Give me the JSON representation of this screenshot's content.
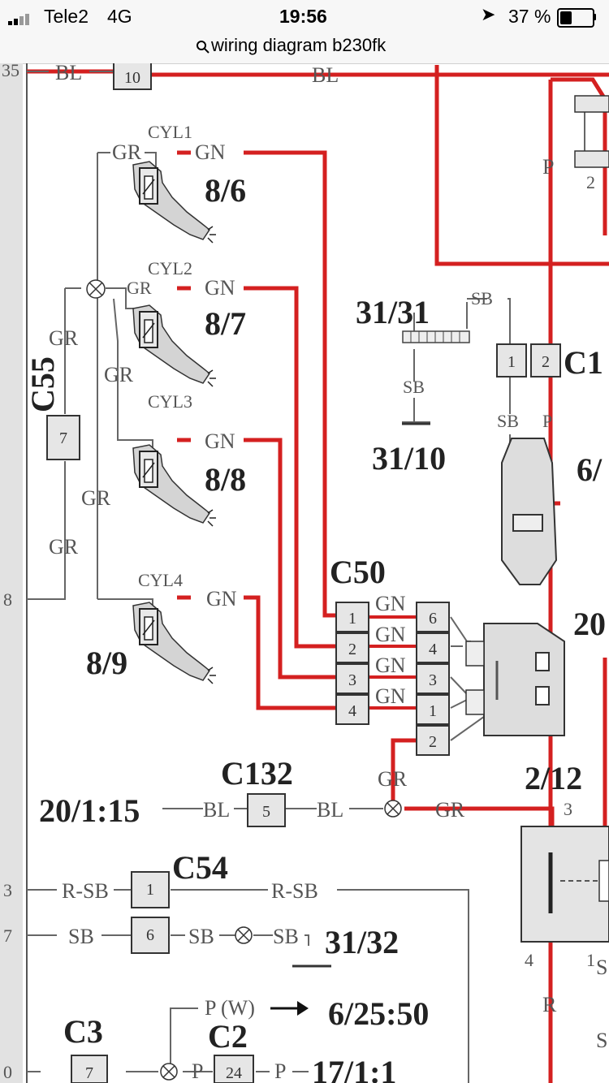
{
  "status": {
    "carrier": "Tele2",
    "network": "4G",
    "time": "19:56",
    "battery": "37 %"
  },
  "browser": {
    "url_text": "wiring diagram b230fk"
  },
  "diagram": {
    "labels": {
      "bl1": "BL",
      "bl2": "BL",
      "box10": "10",
      "gr1": "GR",
      "gr2": "GR",
      "gr3": "GR",
      "gr4": "GR",
      "gr5": "GR",
      "gr6": "GR",
      "gr7": "GR",
      "cyl1": "CYL1",
      "cyl2": "CYL2",
      "cyl3": "CYL3",
      "cyl4": "CYL4",
      "gn1": "GN",
      "gn2": "GN",
      "gn3": "GN",
      "gn4": "GN",
      "inj1": "8/6",
      "inj2": "8/7",
      "inj3": "8/8",
      "inj4": "8/9",
      "c55": "C55",
      "c55pin": "7",
      "p1": "P",
      "p2": "P",
      "pin2": "2",
      "g3131": "31/31",
      "g3110": "31/10",
      "sb1": "SB",
      "sb2": "SB",
      "sb3": "SB",
      "c1": "C1",
      "c1pin1": "1",
      "c1pin2": "2",
      "r65": "6/",
      "c50": "C50",
      "c50l1": "1",
      "c50l2": "2",
      "c50l3": "3",
      "c50l4": "4",
      "c50gn1": "GN",
      "c50gn2": "GN",
      "c50gn3": "GN",
      "c50gn4": "GN",
      "c50r6": "6",
      "c50r4": "4",
      "c50r3": "3",
      "c50r1": "1",
      "c50r2": "2",
      "r20": "20",
      "c132": "C132",
      "c132pin": "5",
      "ref20": "20/1:15",
      "bl3": "BL",
      "bl4": "BL",
      "ref212": "2/12",
      "relay3": "3",
      "relay4": "4",
      "relay1": "1",
      "r": "R",
      "s1": "S",
      "s2": "S",
      "c54": "C54",
      "c54p1": "1",
      "c54p6": "6",
      "rsb1": "R-SB",
      "rsb2": "R-SB",
      "sb4": "SB",
      "sb5": "SB",
      "sb6": "SB",
      "g3132": "31/32",
      "pw": "P (W)",
      "ref6": "6/25:50",
      "c3": "C3",
      "c2": "C2",
      "c3pin": "7",
      "c2pin": "24",
      "p3": "P",
      "p4": "P",
      "ref17": "17/1:1",
      "mg5": "35",
      "mg8": "8",
      "mg3": "3",
      "mg7": "7",
      "mg0": "0"
    }
  }
}
